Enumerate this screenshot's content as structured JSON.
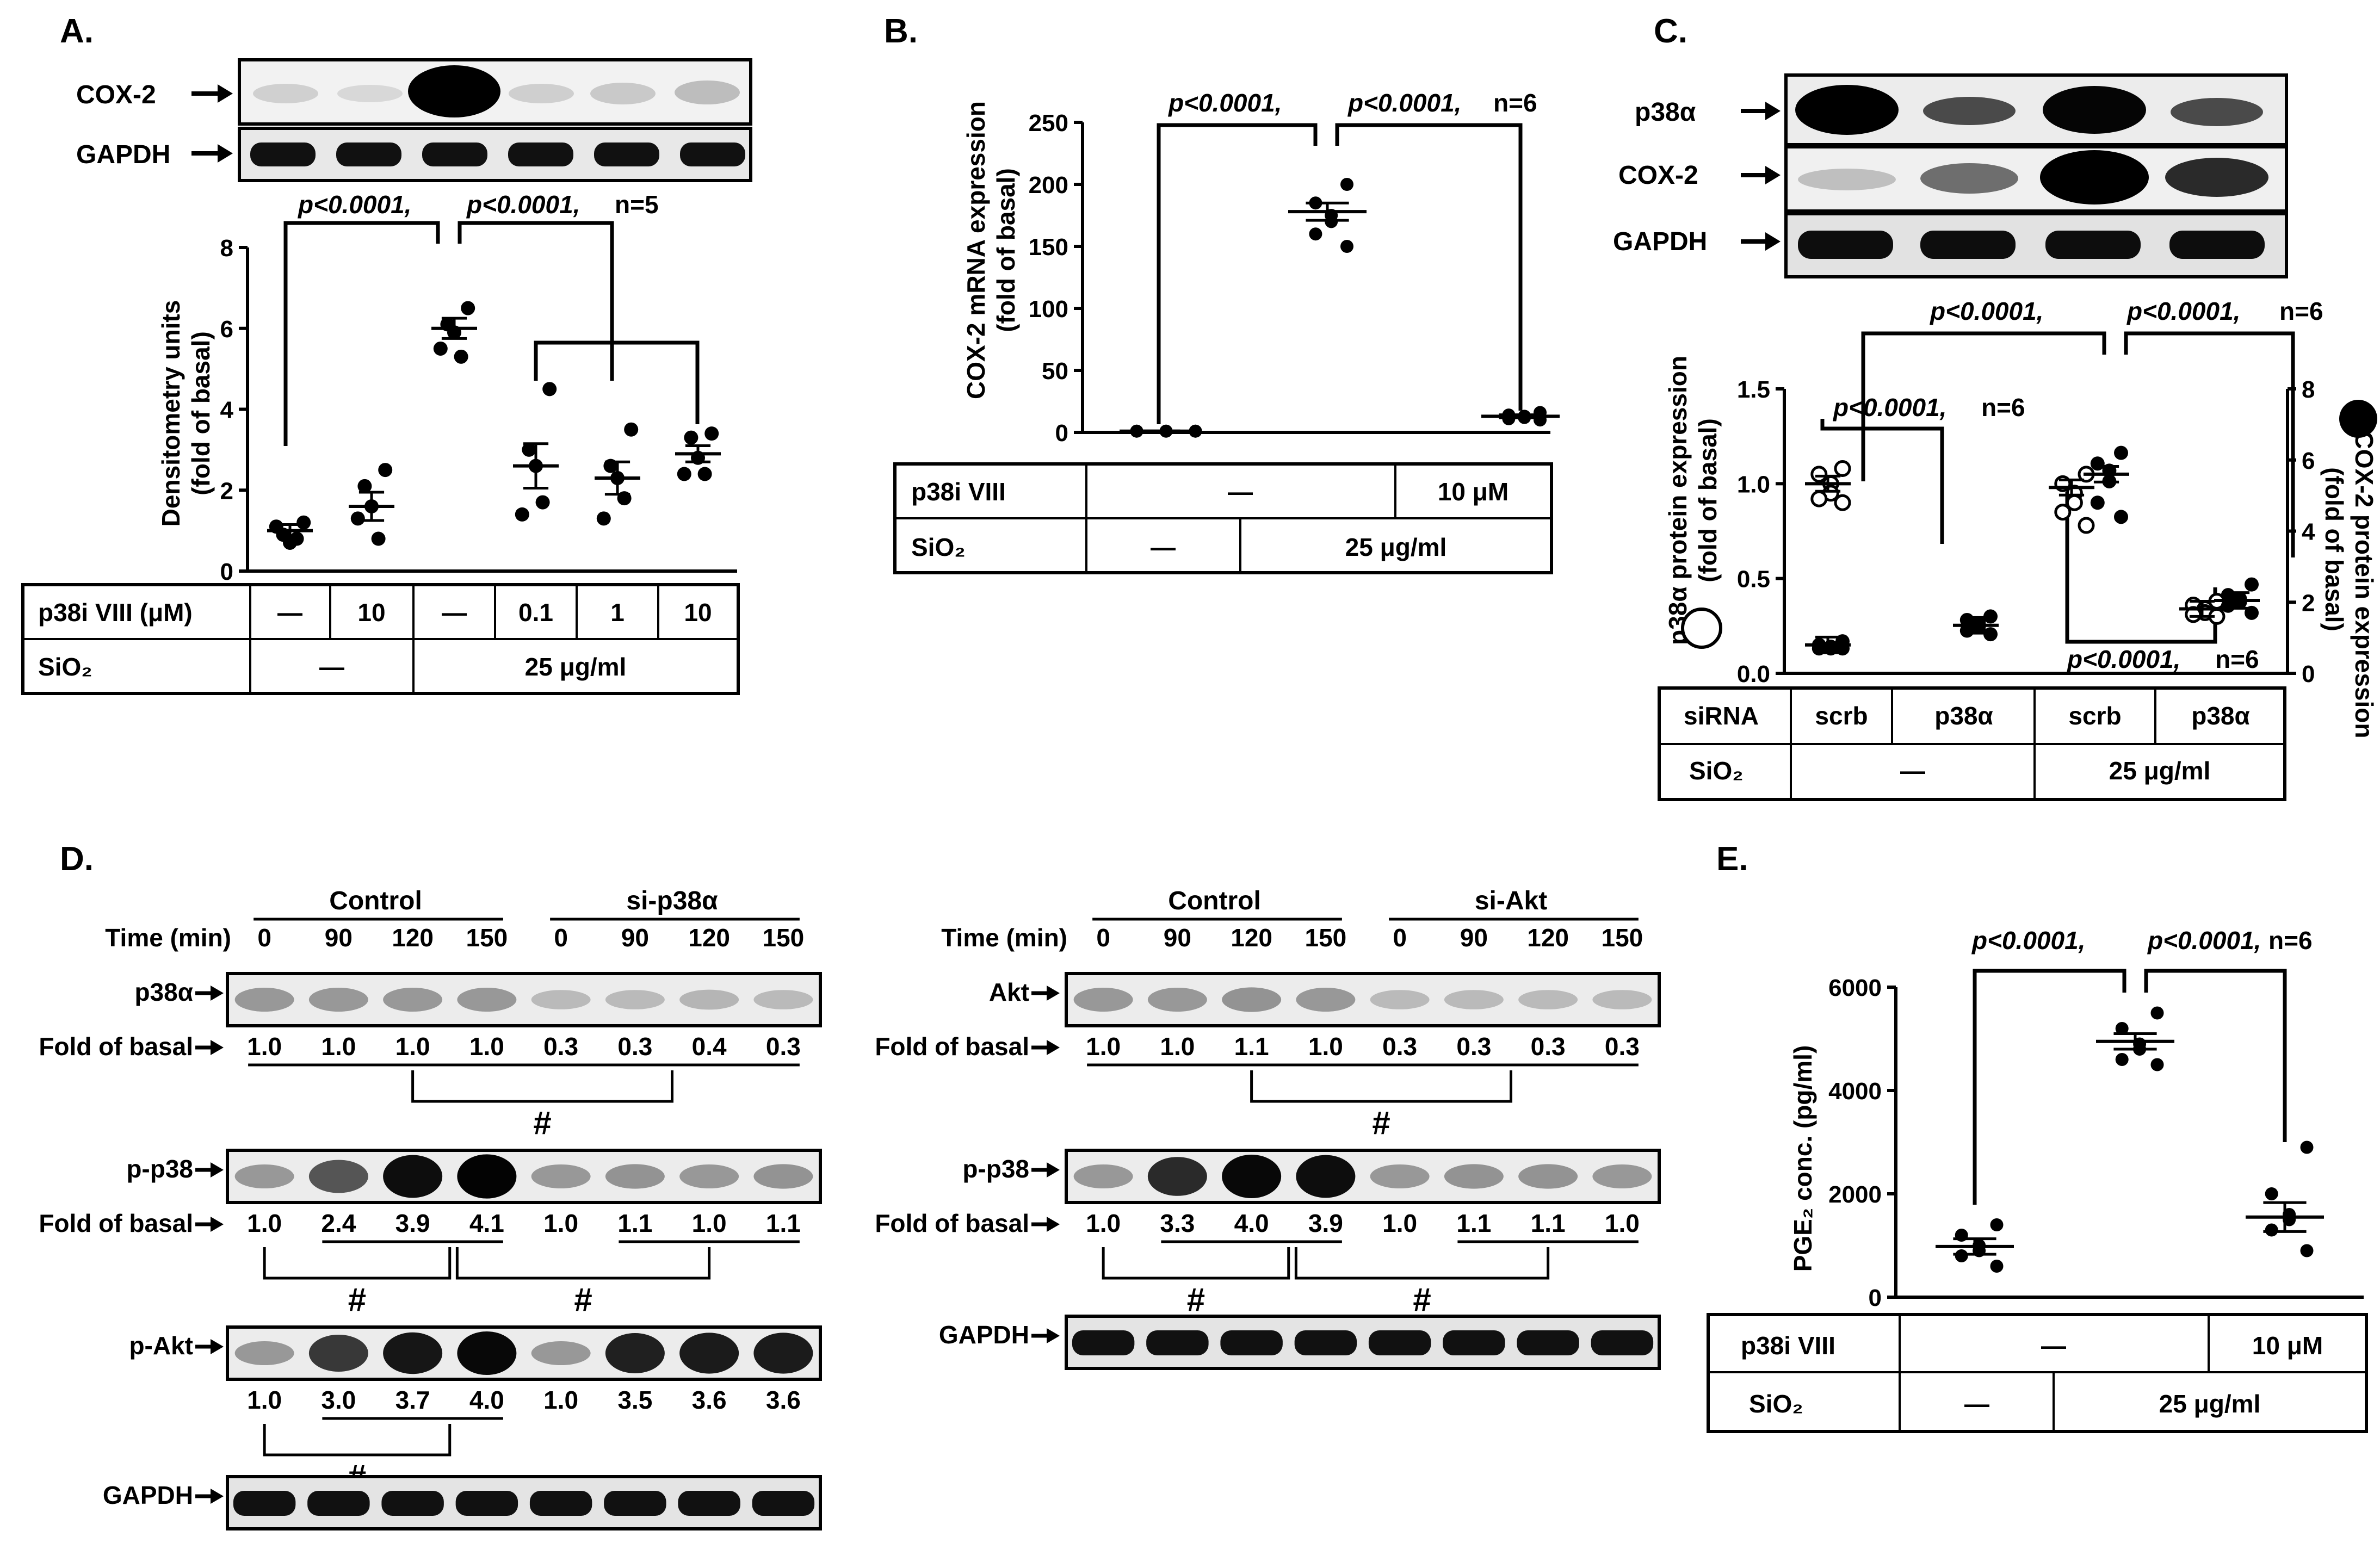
{
  "panel_labels": {
    "A": "A.",
    "B": "B.",
    "C": "C.",
    "D": "D.",
    "E": "E."
  },
  "panelA": {
    "blots": [
      "COX-2",
      "GAPDH"
    ],
    "stats": {
      "p1": "p<0.0001,",
      "p2": "p<0.0001,",
      "n": "n=5"
    },
    "table": {
      "row1_label": "p38i VIII (μM)",
      "row1": [
        "—",
        "10",
        "—",
        "0.1",
        "1",
        "10"
      ],
      "row2_label": "SiO₂",
      "row2": [
        "—",
        "25 μg/ml"
      ]
    }
  },
  "panelB": {
    "stats": {
      "p1": "p<0.0001,",
      "p2": "p<0.0001,",
      "n": "n=6"
    },
    "table": {
      "row1_label": "p38i VIII",
      "row1": [
        "—",
        "10 μM"
      ],
      "row2_label": "SiO₂",
      "row2": [
        "—",
        "25 μg/ml"
      ]
    }
  },
  "panelC": {
    "blots": [
      "p38α",
      "COX-2",
      "GAPDH"
    ],
    "stats": {
      "p1": "p<0.0001,",
      "n1": "n=6",
      "p2": "p<0.0001,",
      "p3": "p<0.0001,",
      "n3": "n=6",
      "p4": "p<0.0001,",
      "n4": "n=6"
    },
    "table": {
      "row1_label": "siRNA",
      "row1": [
        "scrb",
        "p38α",
        "scrb",
        "p38α"
      ],
      "row2_label": "SiO₂",
      "row2": [
        "—",
        "25 μg/ml"
      ]
    }
  },
  "panelD": {
    "left": {
      "time_label": "Time (min)",
      "group1": "Control",
      "group2": "si-p38α",
      "times": [
        "0",
        "90",
        "120",
        "150",
        "0",
        "90",
        "120",
        "150"
      ],
      "fold_label": "Fold of basal",
      "rows": [
        {
          "label": "p38α",
          "folds": [
            "1.0",
            "1.0",
            "1.0",
            "1.0",
            "0.3",
            "0.3",
            "0.4",
            "0.3"
          ]
        },
        {
          "label": "p-p38",
          "folds": [
            "1.0",
            "2.4",
            "3.9",
            "4.1",
            "1.0",
            "1.1",
            "1.0",
            "1.1"
          ]
        },
        {
          "label": "p-Akt",
          "folds": [
            "1.0",
            "3.0",
            "3.7",
            "4.0",
            "1.0",
            "3.5",
            "3.6",
            "3.6"
          ]
        }
      ],
      "gapdh": "GAPDH",
      "hash": "#"
    },
    "right": {
      "time_label": "Time (min)",
      "group1": "Control",
      "group2": "si-Akt",
      "times": [
        "0",
        "90",
        "120",
        "150",
        "0",
        "90",
        "120",
        "150"
      ],
      "fold_label": "Fold of basal",
      "rows": [
        {
          "label": "Akt",
          "folds": [
            "1.0",
            "1.0",
            "1.1",
            "1.0",
            "0.3",
            "0.3",
            "0.3",
            "0.3"
          ]
        },
        {
          "label": "p-p38",
          "folds": [
            "1.0",
            "3.3",
            "4.0",
            "3.9",
            "1.0",
            "1.1",
            "1.1",
            "1.0"
          ]
        }
      ],
      "gapdh": "GAPDH",
      "hash": "#"
    }
  },
  "panelE": {
    "stats": {
      "p1": "p<0.0001,",
      "p2": "p<0.0001,",
      "n": "n=6"
    },
    "table": {
      "row1_label": "p38i VIII",
      "row1": [
        "—",
        "10 μM"
      ],
      "row2_label": "SiO₂",
      "row2": [
        "—",
        "25 μg/ml"
      ]
    }
  },
  "chart_data": [
    {
      "type": "scatter",
      "panel": "A",
      "ylabel": "Densitometry units (fold of basal)",
      "ylim": [
        0,
        8
      ],
      "yticks": [
        "0",
        "2",
        "4",
        "6",
        "8"
      ],
      "categories": [
        "p38i VIII —, SiO2 —",
        "p38i VIII 10, SiO2 —",
        "p38i VIII —, SiO2 25",
        "p38i VIII 0.1, SiO2 25",
        "p38i VIII 1, SiO2 25",
        "p38i VIII 10, SiO2 25"
      ],
      "values": [
        [
          1.2,
          0.9,
          0.7,
          0.8,
          1.1
        ],
        [
          2.5,
          2.1,
          1.6,
          0.8,
          1.3
        ],
        [
          6.5,
          6.1,
          5.9,
          5.3,
          5.5
        ],
        [
          4.5,
          3.0,
          2.6,
          1.7,
          1.4
        ],
        [
          3.5,
          2.6,
          2.3,
          1.8,
          1.3
        ],
        [
          3.4,
          3.3,
          2.8,
          2.4,
          2.4
        ]
      ],
      "means": [
        1.0,
        1.6,
        6.0,
        2.6,
        2.3,
        2.9
      ],
      "sem": [
        0.15,
        0.35,
        0.25,
        0.55,
        0.4,
        0.2
      ],
      "grid": false
    },
    {
      "type": "scatter",
      "panel": "B",
      "ylabel": "COX-2 mRNA expression (fold of basal)",
      "ylim": [
        0,
        250
      ],
      "yticks": [
        "0",
        "50",
        "100",
        "150",
        "200",
        "250"
      ],
      "categories": [
        "p38i VIII —, SiO2 —",
        "p38i VIII —, SiO2 25",
        "p38i VIII 10, SiO2 25"
      ],
      "values": [
        [
          1,
          1,
          1,
          1,
          1,
          1
        ],
        [
          200,
          185,
          175,
          170,
          160,
          150
        ],
        [
          16,
          14,
          13,
          12,
          11,
          10
        ]
      ],
      "means": [
        1,
        178,
        13
      ],
      "sem": [
        0.2,
        7,
        1.2
      ],
      "grid": false
    },
    {
      "type": "scatter",
      "panel": "C",
      "ylabel": "p38α protein expression (fold of basal)",
      "ylabel_right": "COX-2 protein expression (fold of basal)",
      "ylim": [
        0,
        1.5
      ],
      "ylim_right": [
        0,
        8
      ],
      "yticks": [
        "0.0",
        "0.5",
        "1.0",
        "1.5"
      ],
      "yticks_right": [
        "0",
        "2",
        "4",
        "6",
        "8"
      ],
      "categories": [
        "scrb, SiO2 —",
        "p38α, SiO2 —",
        "scrb, SiO2 25",
        "p38α, SiO2 25"
      ],
      "series": [
        {
          "marker": "open",
          "axis": "left",
          "values": [
            [
              1.08,
              1.05,
              1.0,
              0.95,
              0.92,
              0.9
            ],
            [],
            [
              1.05,
              1.0,
              0.95,
              0.9,
              0.85,
              0.78
            ],
            [
              0.38,
              0.36,
              0.34,
              0.32,
              0.31,
              0.3
            ]
          ],
          "means": [
            1.0,
            null,
            0.98,
            0.34
          ]
        },
        {
          "marker": "filled",
          "axis": "right",
          "values": [
            [
              0.9,
              0.8,
              0.75,
              0.7,
              0.7,
              0.7
            ],
            [
              1.6,
              1.5,
              1.4,
              1.3,
              1.2,
              1.1
            ],
            [
              6.2,
              5.9,
              5.7,
              5.4,
              4.8,
              4.4
            ],
            [
              2.5,
              2.2,
              2.1,
              2.0,
              1.9,
              1.7
            ]
          ],
          "means": [
            0.8,
            1.35,
            5.6,
            2.05
          ]
        }
      ],
      "grid": false
    },
    {
      "type": "scatter",
      "panel": "E",
      "ylabel": "PGE₂ conc. (pg/ml)",
      "ylim": [
        0,
        6000
      ],
      "yticks": [
        "0",
        "2000",
        "4000",
        "6000"
      ],
      "categories": [
        "p38i VIII —, SiO2 —",
        "p38i VIII —, SiO2 25",
        "p38i VIII 10, SiO2 25"
      ],
      "values": [
        [
          1400,
          1200,
          1000,
          900,
          800,
          600
        ],
        [
          5500,
          5200,
          4900,
          4800,
          4600,
          4500
        ],
        [
          2900,
          2000,
          1600,
          1500,
          1300,
          900
        ]
      ],
      "means": [
        980,
        4950,
        1550
      ],
      "sem": [
        150,
        150,
        280
      ],
      "grid": false
    }
  ]
}
